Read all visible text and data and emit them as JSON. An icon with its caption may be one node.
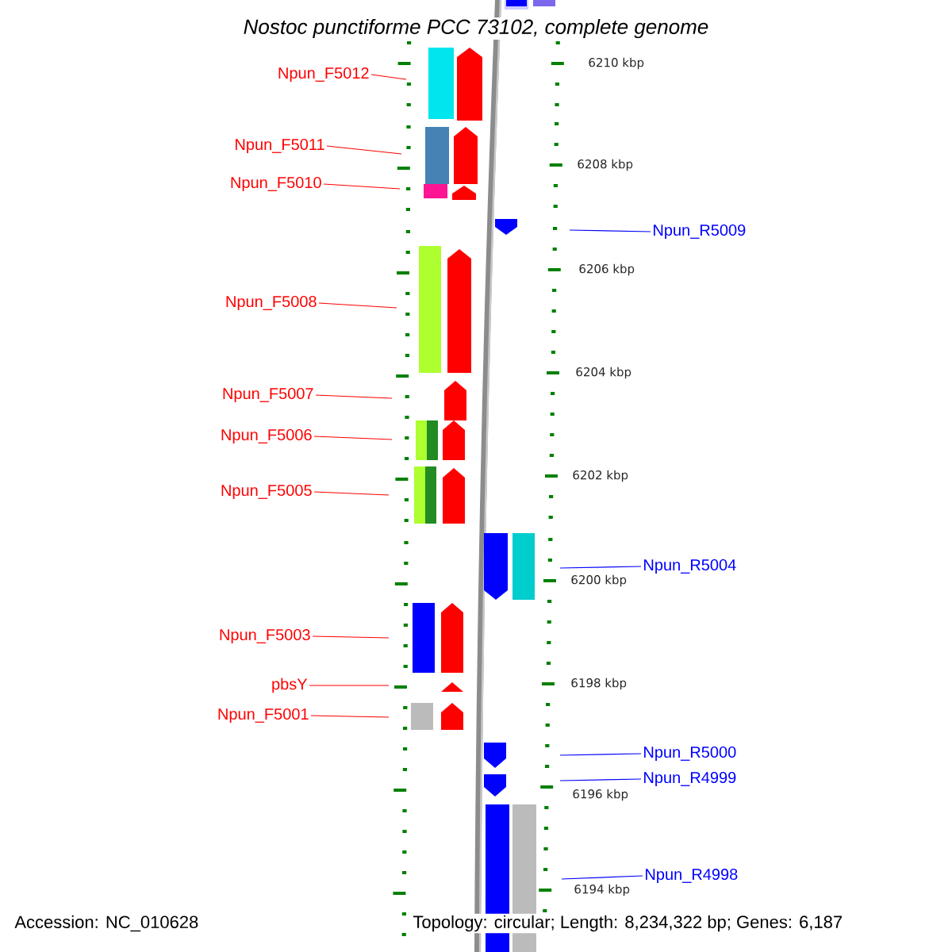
{
  "diagram": {
    "title": "Nostoc punctiforme PCC 73102, complete genome",
    "nodes": [
      {
        "text": [
          "Npun_F5012"
        ]
      },
      {
        "text": [
          "Npun_F5011"
        ]
      },
      {
        "text": [
          "Npun_F5010"
        ]
      },
      {
        "text": [
          "Npun_F5008"
        ]
      },
      {
        "text": [
          "Npun_F5007"
        ]
      },
      {
        "text": [
          "Npun_F5006"
        ]
      },
      {
        "text": [
          "Npun_F5005"
        ]
      },
      {
        "text": [
          "Npun_F5003"
        ]
      },
      {
        "text": [
          "pbsY"
        ]
      },
      {
        "text": [
          "Npun_F5001"
        ]
      },
      {
        "text": [
          "Npun_R5009"
        ]
      },
      {
        "text": [
          "Npun_R5004"
        ]
      },
      {
        "text": [
          "Npun_R5000"
        ]
      },
      {
        "text": [
          "Npun_R4999"
        ]
      },
      {
        "text": [
          "Npun_R4998"
        ]
      }
    ],
    "edges": [
      {
        "from": 0,
        "to": null,
        "arrow": "none"
      },
      {
        "from": 1,
        "to": null,
        "arrow": "none"
      },
      {
        "from": 2,
        "to": null,
        "arrow": "none"
      },
      {
        "from": 3,
        "to": null,
        "arrow": "none"
      },
      {
        "from": 4,
        "to": null,
        "arrow": "none"
      },
      {
        "from": 5,
        "to": null,
        "arrow": "none"
      },
      {
        "from": 6,
        "to": null,
        "arrow": "none"
      },
      {
        "from": 7,
        "to": null,
        "arrow": "none"
      },
      {
        "from": 8,
        "to": null,
        "arrow": "none"
      },
      {
        "from": 9,
        "to": null,
        "arrow": "none"
      },
      {
        "from": 10,
        "to": null,
        "arrow": "none",
        "color": "#0000ff"
      },
      {
        "from": 11,
        "to": null,
        "arrow": "none",
        "color": "#0000ff"
      },
      {
        "from": 12,
        "to": null,
        "arrow": "none",
        "color": "#0000ff"
      },
      {
        "from": 13,
        "to": null,
        "arrow": "none",
        "color": "#0000ff"
      },
      {
        "from": 14,
        "to": null,
        "arrow": "none",
        "color": "#0000ff"
      }
    ],
    "labels": [
      "6210 kbp",
      "6208 kbp",
      "6206 kbp",
      "6204 kbp",
      "6202 kbp",
      "6200 kbp",
      "6198 kbp",
      "6196 kbp",
      "6194 kbp",
      "Accession: NC_010628",
      "Topology: circular; Length: 8,234,322 bp; Genes: 6,187"
    ]
  }
}
